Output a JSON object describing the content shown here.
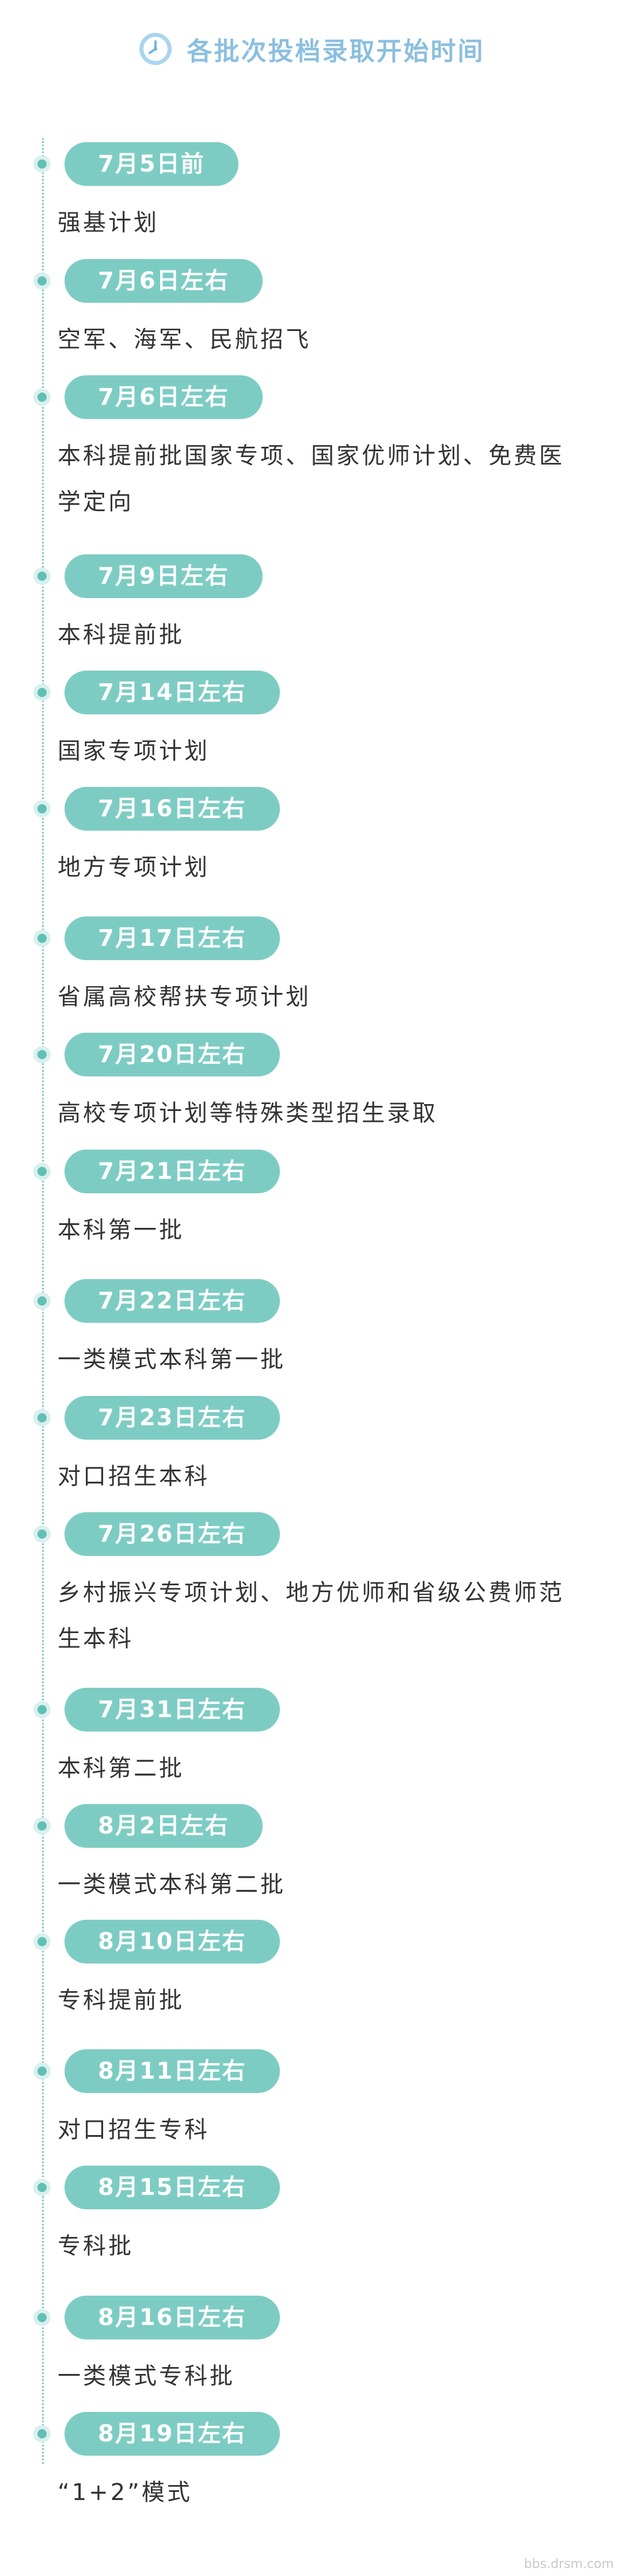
{
  "header": {
    "title": "各批次投档录取开始时间",
    "icon": "clock-icon"
  },
  "colors": {
    "accent": "#7dccc4",
    "title": "#8bbfde",
    "text": "#333333"
  },
  "events": [
    {
      "date": "7月5日前",
      "desc": "强基计划"
    },
    {
      "date": "7月6日左右",
      "desc": "空军、海军、民航招飞"
    },
    {
      "date": "7月6日左右",
      "desc": "本科提前批国家专项、国家优师计划、免费医学定向"
    },
    {
      "date": "7月9日左右",
      "desc": "本科提前批"
    },
    {
      "date": "7月14日左右",
      "desc": "国家专项计划"
    },
    {
      "date": "7月16日左右",
      "desc": "地方专项计划"
    },
    {
      "date": "7月17日左右",
      "desc": "省属高校帮扶专项计划"
    },
    {
      "date": "7月20日左右",
      "desc": "高校专项计划等特殊类型招生录取"
    },
    {
      "date": "7月21日左右",
      "desc": "本科第一批"
    },
    {
      "date": "7月22日左右",
      "desc": "一类模式本科第一批"
    },
    {
      "date": "7月23日左右",
      "desc": "对口招生本科"
    },
    {
      "date": "7月26日左右",
      "desc": "乡村振兴专项计划、地方优师和省级公费师范生本科"
    },
    {
      "date": "7月31日左右",
      "desc": "本科第二批"
    },
    {
      "date": "8月2日左右",
      "desc": "一类模式本科第二批"
    },
    {
      "date": "8月10日左右",
      "desc": "专科提前批"
    },
    {
      "date": "8月11日左右",
      "desc": "对口招生专科"
    },
    {
      "date": "8月15日左右",
      "desc": "专科批"
    },
    {
      "date": "8月16日左右",
      "desc": "一类模式专科批"
    },
    {
      "date": "8月19日左右",
      "desc": "“1+2”模式"
    }
  ],
  "watermark": "bbs.drsm.com"
}
